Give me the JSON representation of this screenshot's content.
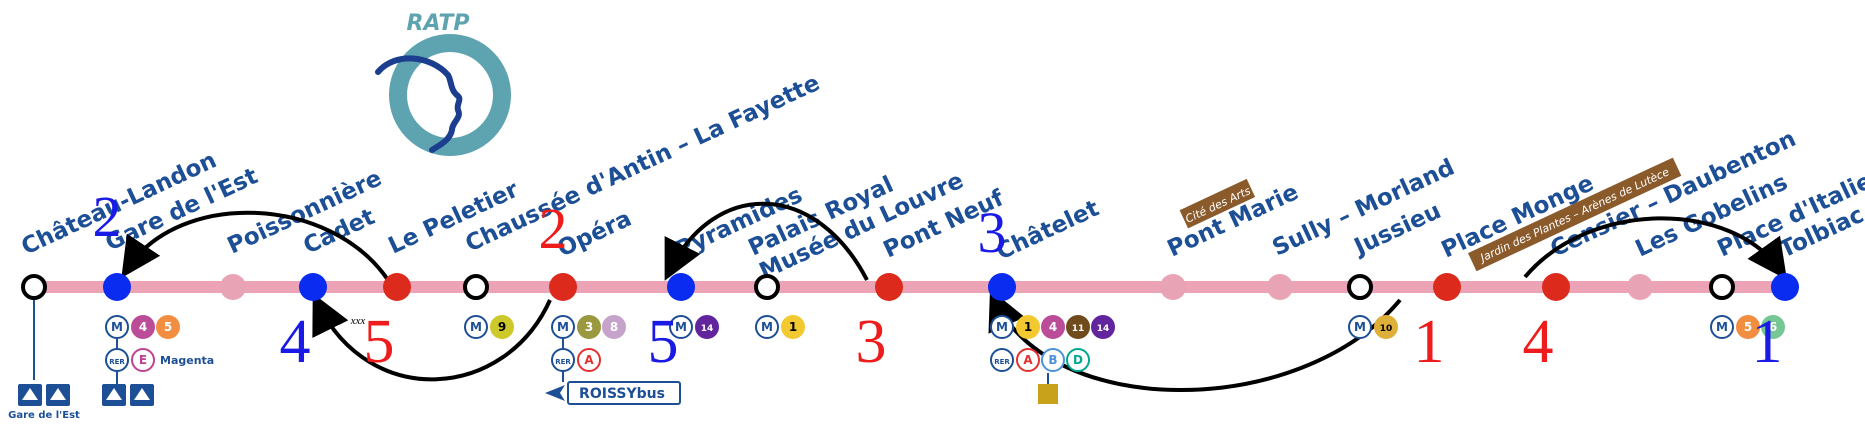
{
  "logo": {
    "text": "RATP"
  },
  "colors": {
    "line": "#eba3b5",
    "station_text": "#1c4f95",
    "blue_marker": "#0a2bf0",
    "red_marker": "#dc2b1c",
    "red_number": "#ee1c1c",
    "blue_number": "#1a1ae6",
    "correspondence_dot": "#e8a3b4",
    "logo_teal": "#5ea3b0",
    "logo_blue": "#1c3e8f"
  },
  "stations": [
    {
      "name": "Château-Landon",
      "marker": "open"
    },
    {
      "name": "Gare de l'Est",
      "marker": "blue"
    },
    {
      "name": "Poissonnière",
      "marker": "dot"
    },
    {
      "name": "Cadet",
      "marker": "blue"
    },
    {
      "name": "Le Peletier",
      "marker": "red"
    },
    {
      "name": "Chaussée d'Antin – La Fayette",
      "marker": "open"
    },
    {
      "name": "Opéra",
      "marker": "red"
    },
    {
      "name": "Pyramides",
      "marker": "blue"
    },
    {
      "name": "Palais Royal\nMusée du Louvre",
      "marker": "open"
    },
    {
      "name": "Pont Neuf",
      "marker": "red"
    },
    {
      "name": "Châtelet",
      "marker": "blue"
    },
    {
      "name": "Pont Marie",
      "marker": "dot",
      "sub_label": "Cité des Arts"
    },
    {
      "name": "Sully – Morland",
      "marker": "dot"
    },
    {
      "name": "Jussieu",
      "marker": "open"
    },
    {
      "name": "Place Monge",
      "marker": "red",
      "sub_label": "Jardin des Plantes – Arènes de Lutèce"
    },
    {
      "name": "Censier – Daubenton",
      "marker": "red"
    },
    {
      "name": "Les Gobelins",
      "marker": "dot"
    },
    {
      "name": "Place d'Italie",
      "marker": "open"
    },
    {
      "name": "Tolbiac",
      "marker": "blue"
    }
  ],
  "order_numbers": {
    "top": [
      {
        "station": "Gare de l'Est",
        "value": "2",
        "color": "blue"
      },
      {
        "station": "Opéra",
        "value": "2",
        "color": "red"
      },
      {
        "station": "Châtelet",
        "value": "3",
        "color": "blue"
      }
    ],
    "bottom": [
      {
        "station": "Cadet",
        "value": "4",
        "color": "blue"
      },
      {
        "station": "Le Peletier",
        "value": "5",
        "color": "red"
      },
      {
        "station": "Pyramides",
        "value": "5",
        "color": "blue"
      },
      {
        "station": "Pont Neuf",
        "value": "3",
        "color": "red"
      },
      {
        "station": "Place Monge",
        "value": "1",
        "color": "red"
      },
      {
        "station": "Censier – Daubenton",
        "value": "4",
        "color": "red"
      },
      {
        "station": "Tolbiac",
        "value": "1",
        "color": "blue"
      }
    ]
  },
  "arrows": [
    {
      "from": "Le Peletier",
      "to": "Gare de l'Est",
      "side": "above"
    },
    {
      "from": "Opéra",
      "to": "Cadet",
      "side": "below"
    },
    {
      "from": "Pont Neuf",
      "to": "Pyramides",
      "side": "above"
    },
    {
      "from": "Place Monge",
      "to": "Châtelet",
      "side": "below"
    },
    {
      "from": "Censier – Daubenton",
      "to": "Tolbiac",
      "side": "above"
    }
  ],
  "annotation": "xxx",
  "connections": {
    "metro_symbol": "M",
    "rer_symbol": "RER",
    "gare_de_lest_metro": [
      "4",
      "5"
    ],
    "gare_de_lest_rer": "E",
    "gare_de_lest_rer_label": "Magenta",
    "chaussee_metro": [
      "9"
    ],
    "opera_metro": [
      "3",
      "8"
    ],
    "opera_rer": "A",
    "roissybus": "ROISSYbus",
    "pyramides_metro": [
      "14"
    ],
    "palais_royal_metro": [
      "1"
    ],
    "chatelet_metro": [
      "1",
      "4",
      "11",
      "14"
    ],
    "chatelet_rer": [
      "A",
      "B",
      "D"
    ],
    "jussieu_metro": [
      "10"
    ],
    "place_italie_metro": [
      "5",
      "6"
    ],
    "gare_de_lest_footer": "Gare de l'Est"
  }
}
